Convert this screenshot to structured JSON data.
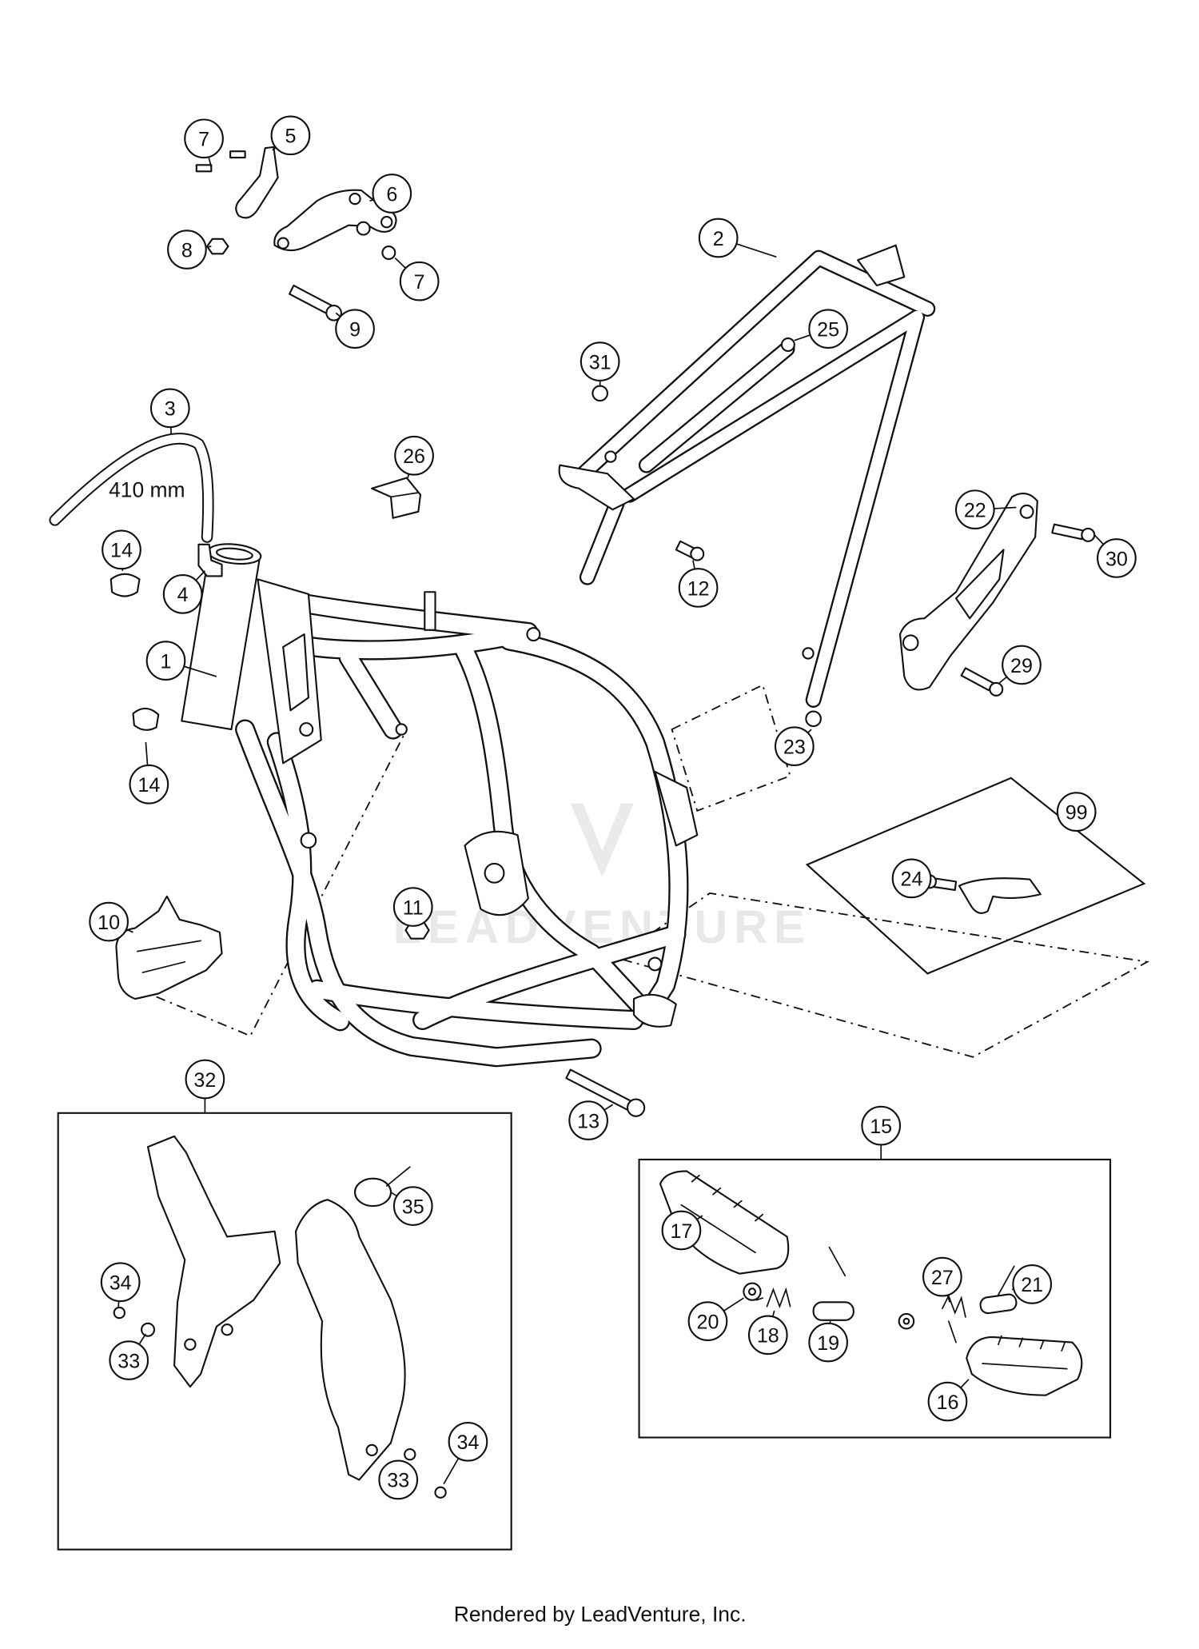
{
  "callouts": [
    "7",
    "5",
    "6",
    "8",
    "7",
    "9",
    "2",
    "25",
    "31",
    "3",
    "26",
    "14",
    "4",
    "12",
    "22",
    "30",
    "1",
    "29",
    "14",
    "23",
    "99",
    "24",
    "11",
    "10",
    "32",
    "13",
    "15",
    "35",
    "17",
    "27",
    "21",
    "34",
    "20",
    "18",
    "19",
    "33",
    "16",
    "34",
    "33"
  ],
  "dimension_label": "410 mm",
  "watermark": "LEADVENTURE",
  "footer": "Rendered by LeadVenture, Inc."
}
